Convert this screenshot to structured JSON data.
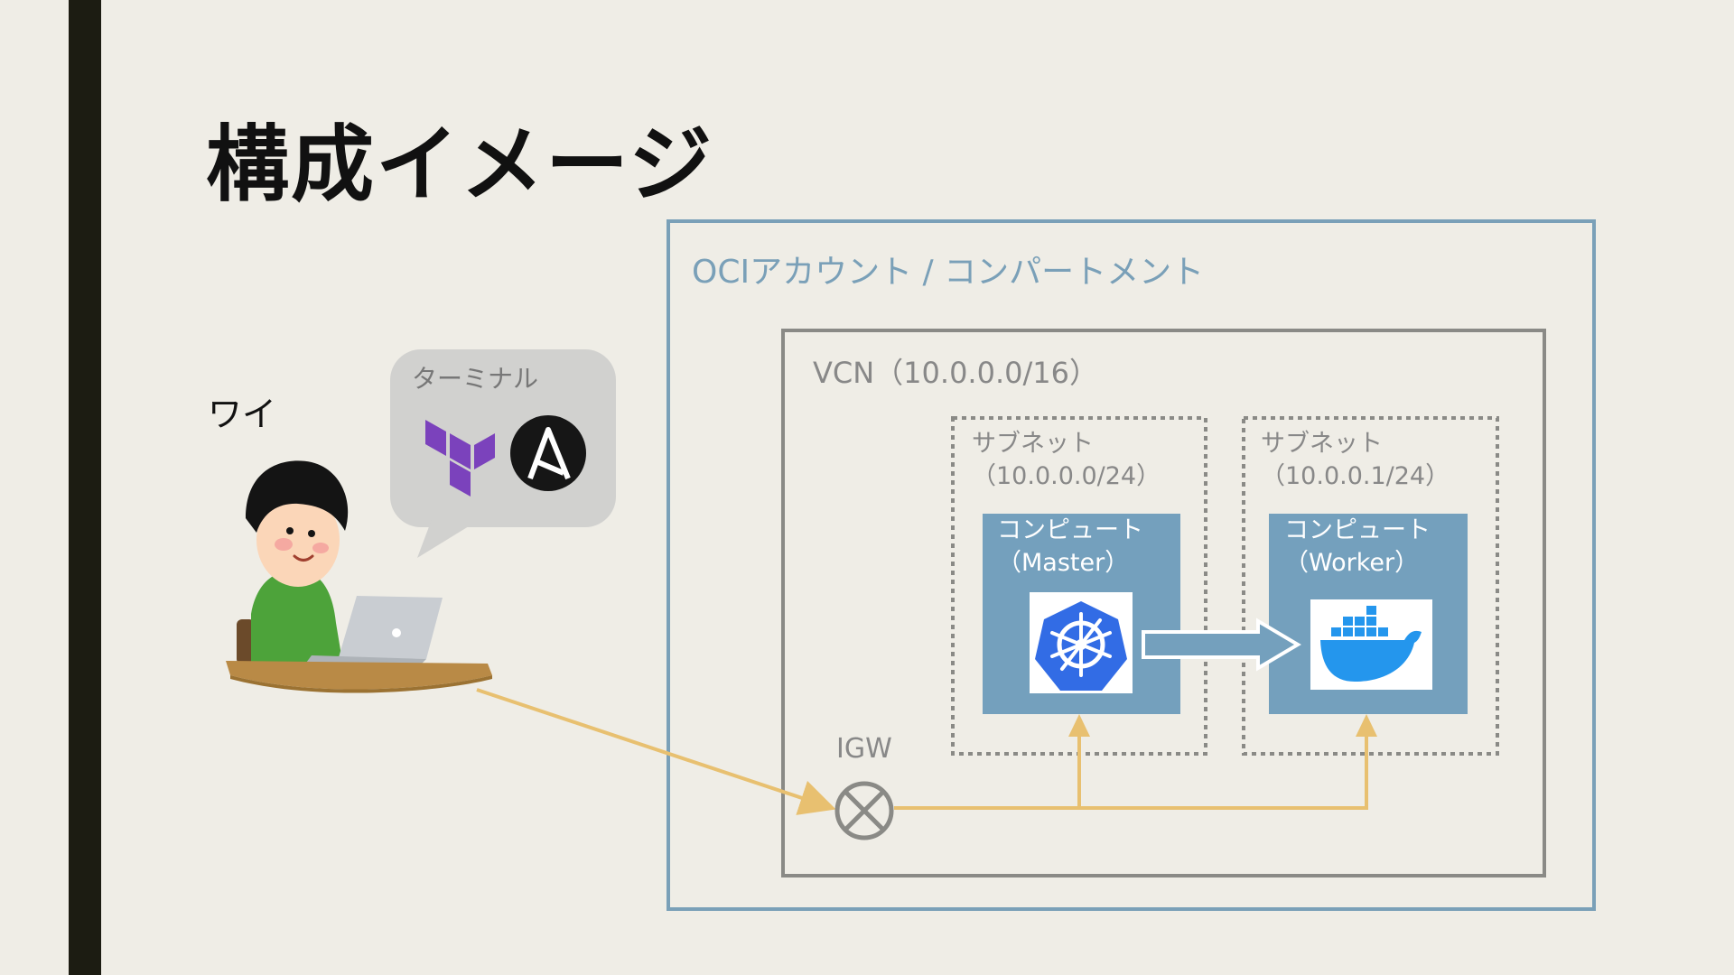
{
  "title": "構成イメージ",
  "user": {
    "label": "ワイ"
  },
  "terminal": {
    "label": "ターミナル",
    "icons": [
      "terraform-icon",
      "ansible-icon"
    ]
  },
  "oci": {
    "label": "OCIアカウント / コンパートメント"
  },
  "vcn": {
    "label": "VCN（10.0.0.0/16）"
  },
  "subnets": [
    {
      "name": "サブネット",
      "cidr": "（10.0.0.0/24）"
    },
    {
      "name": "サブネット",
      "cidr": "（10.0.0.1/24）"
    }
  ],
  "computes": [
    {
      "name": "コンピュート",
      "role": "（Master）",
      "icon": "kubernetes-icon"
    },
    {
      "name": "コンピュート",
      "role": "（Worker）",
      "icon": "docker-icon"
    }
  ],
  "igw": {
    "label": "IGW",
    "icon": "internet-gateway-icon"
  },
  "colors": {
    "background": "#efede6",
    "oci_border": "#7aa0b8",
    "vcn_border": "#8a8a86",
    "compute_fill": "#74a0bd",
    "connector": "#e8c070",
    "terraform": "#7b42bc",
    "kubernetes": "#326ce5",
    "docker": "#2496ed"
  }
}
